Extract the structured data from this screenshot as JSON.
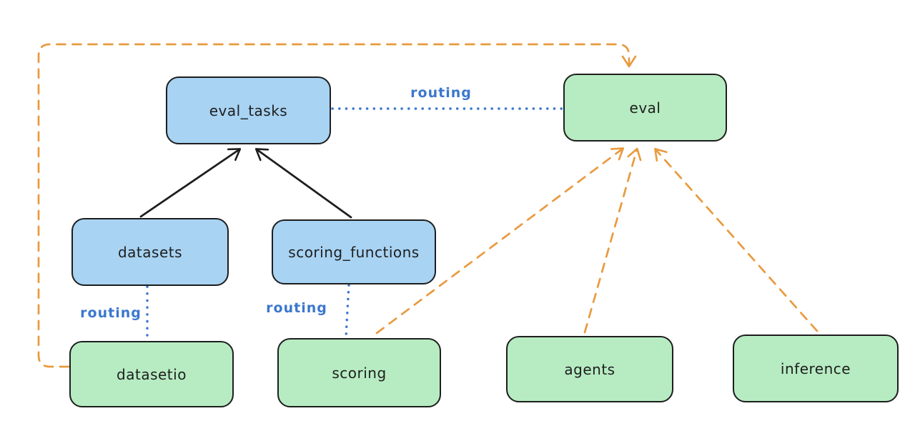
{
  "diagram": {
    "title": "",
    "colors": {
      "background": "#ffffff",
      "api_fill_blue": "#a8d3f3",
      "provider_fill_green": "#b7ecc2",
      "box_stroke": "#1e1e1e",
      "routing_blue": "#3b77cd",
      "provider_arrow_orange": "#e99a3e",
      "solid_arrow_black": "#1e1e1e"
    },
    "nodes": [
      {
        "id": "eval_tasks",
        "label": "eval_tasks",
        "fill": "blue"
      },
      {
        "id": "eval",
        "label": "eval",
        "fill": "green"
      },
      {
        "id": "datasets",
        "label": "datasets",
        "fill": "blue"
      },
      {
        "id": "scoring_functions",
        "label": "scoring_functions",
        "fill": "blue"
      },
      {
        "id": "datasetio",
        "label": "datasetio",
        "fill": "green"
      },
      {
        "id": "scoring",
        "label": "scoring",
        "fill": "green"
      },
      {
        "id": "agents",
        "label": "agents",
        "fill": "green"
      },
      {
        "id": "inference",
        "label": "inference",
        "fill": "green"
      }
    ],
    "edge_labels": [
      {
        "text": "routing",
        "between": [
          "eval_tasks",
          "eval"
        ]
      },
      {
        "text": "routing",
        "between": [
          "datasets",
          "datasetio"
        ]
      },
      {
        "text": "routing",
        "between": [
          "scoring_functions",
          "scoring"
        ]
      }
    ],
    "edges": [
      {
        "from": "datasets",
        "to": "eval_tasks",
        "style": "solid",
        "color": "black",
        "arrowhead": "end"
      },
      {
        "from": "scoring_functions",
        "to": "eval_tasks",
        "style": "solid",
        "color": "black",
        "arrowhead": "end"
      },
      {
        "from": "eval_tasks",
        "to": "eval",
        "style": "dotted",
        "color": "blue",
        "arrowhead": "none",
        "label": "routing"
      },
      {
        "from": "datasets",
        "to": "datasetio",
        "style": "dotted",
        "color": "blue",
        "arrowhead": "none",
        "label": "routing"
      },
      {
        "from": "scoring_functions",
        "to": "scoring",
        "style": "dotted",
        "color": "blue",
        "arrowhead": "none",
        "label": "routing"
      },
      {
        "from": "datasetio",
        "to": "eval",
        "style": "dashed",
        "color": "orange",
        "arrowhead": "end",
        "route": "around-left-and-top"
      },
      {
        "from": "scoring",
        "to": "eval",
        "style": "dashed",
        "color": "orange",
        "arrowhead": "end"
      },
      {
        "from": "agents",
        "to": "eval",
        "style": "dashed",
        "color": "orange",
        "arrowhead": "end"
      },
      {
        "from": "inference",
        "to": "eval",
        "style": "dashed",
        "color": "orange",
        "arrowhead": "end"
      }
    ]
  }
}
